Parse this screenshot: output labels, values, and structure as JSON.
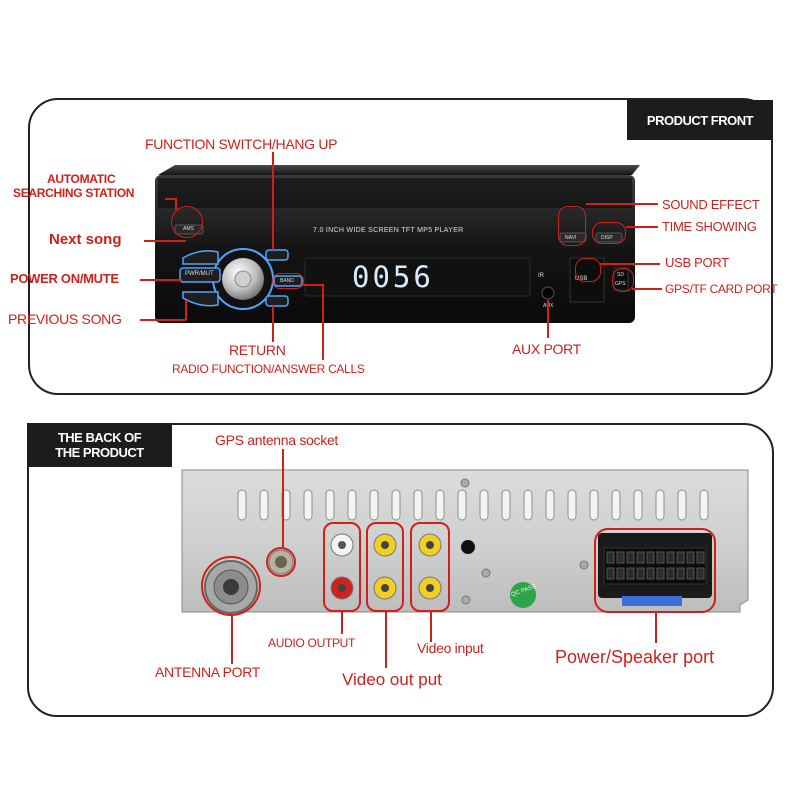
{
  "front": {
    "tag": "PRODUCT FRONT",
    "device_text": "7.0 INCH WIDE SCREEN TFT  MP5 PLAYER",
    "display_value": "0056",
    "button_ams": "AMS",
    "button_power": "PWR/MUT",
    "button_band": "BAND",
    "button_navi": "NAVI",
    "button_disp": "DISP",
    "port_usb": "USB",
    "port_sd": "SD",
    "port_gps": "GPS",
    "port_aux": "AUX",
    "label_ir": "IR",
    "labels": {
      "function_switch": "FUNCTION SWITCH/HANG UP",
      "automatic_1": "AUTOMATIC",
      "automatic_2": "SEARCHING STATION",
      "next_song": "Next song",
      "power_mute": "POWER ON/MUTE",
      "previous_song": "PREVIOUS SONG",
      "return": "RETURN",
      "radio_function": "RADIO FUNCTION/ANSWER CALLS",
      "aux_port": "AUX PORT",
      "sound_effect": "SOUND EFFECT",
      "time_showing": "TIME SHOWING",
      "usb_port": "USB PORT",
      "gps_tf": "GPS/TF CARD PORT"
    }
  },
  "back": {
    "tag_line1": "THE BACK OF",
    "tag_line2": "THE PRODUCT",
    "qc_badge": "QC PASS",
    "labels": {
      "gps_antenna": "GPS antenna socket",
      "antenna_port": "ANTENNA PORT",
      "audio_output": "AUDIO OUTPUT",
      "video_output": "Video out put",
      "video_input": "Video input",
      "power_speaker": "Power/Speaker port"
    }
  },
  "colors": {
    "accent": "#d0201c",
    "tag_bg": "#1c1c1c",
    "panel_border": "#222222"
  }
}
